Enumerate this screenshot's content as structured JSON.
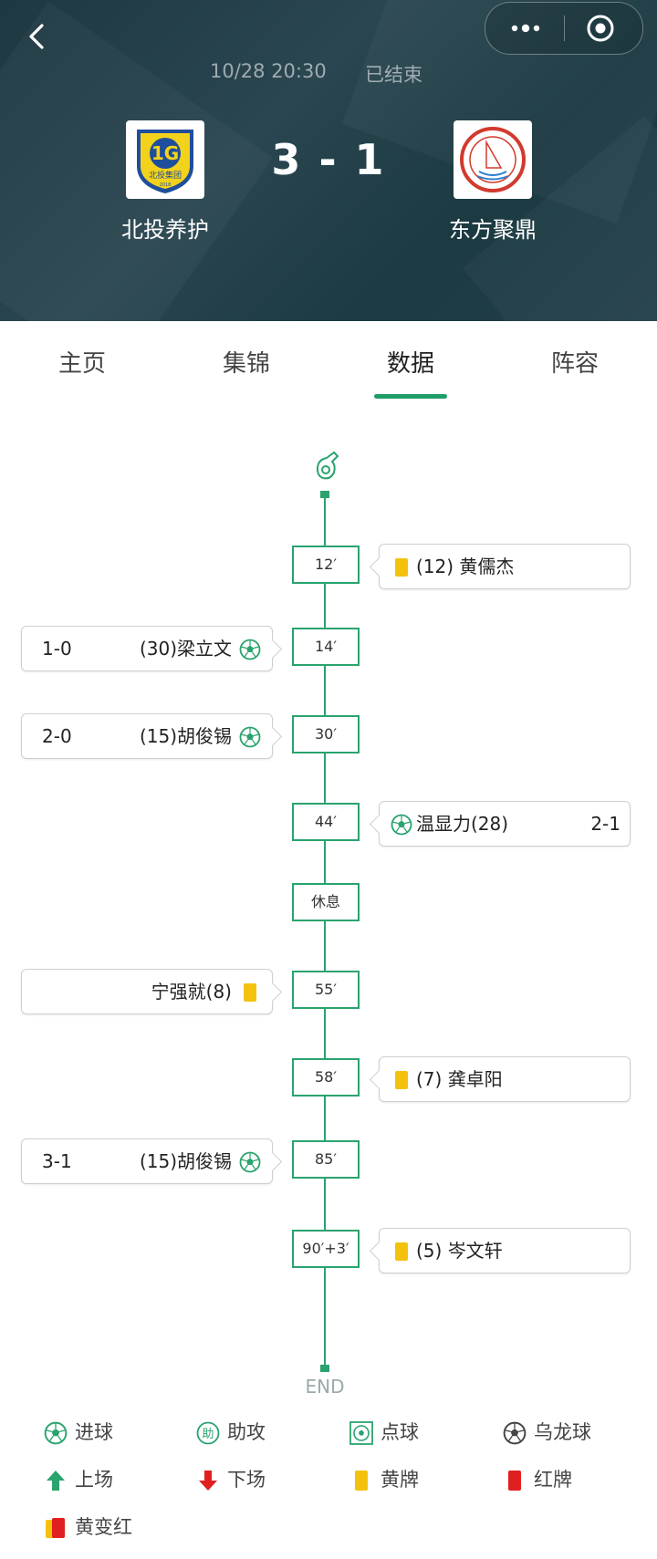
{
  "header": {
    "datetime": "10/28 20:30",
    "status": "已结束",
    "home_team": "北投养护",
    "away_team": "东方聚鼎",
    "score": "3 - 1",
    "home_logo_text": "北投集团",
    "home_logo_year": "2018"
  },
  "tabs": [
    {
      "label": "主页"
    },
    {
      "label": "集锦"
    },
    {
      "label": "数据"
    },
    {
      "label": "阵容"
    }
  ],
  "active_tab": "数据",
  "timeline": {
    "end_label": "END",
    "events": [
      {
        "minute": "12′",
        "side": "right",
        "type": "yellow-card",
        "player": "(12) 黄儒杰",
        "score": ""
      },
      {
        "minute": "14′",
        "side": "left",
        "type": "goal",
        "player": "(30)梁立文",
        "score": "1-0"
      },
      {
        "minute": "30′",
        "side": "left",
        "type": "goal",
        "player": "(15)胡俊锡",
        "score": "2-0"
      },
      {
        "minute": "44′",
        "side": "right",
        "type": "goal",
        "player": "温显力(28)",
        "score": "2-1"
      },
      {
        "minute": "休息",
        "side": "none",
        "type": "halftime",
        "player": "",
        "score": ""
      },
      {
        "minute": "55′",
        "side": "left",
        "type": "yellow-card",
        "player": "宁强就(8)",
        "score": ""
      },
      {
        "minute": "58′",
        "side": "right",
        "type": "yellow-card",
        "player": "(7) 龚卓阳",
        "score": ""
      },
      {
        "minute": "85′",
        "side": "left",
        "type": "goal",
        "player": "(15)胡俊锡",
        "score": "3-1"
      },
      {
        "minute": "90′+3′",
        "side": "right",
        "type": "yellow-card",
        "player": "(5) 岑文轩",
        "score": ""
      }
    ]
  },
  "legend": [
    {
      "label": "进球",
      "icon": "goal-icon"
    },
    {
      "label": "助攻",
      "icon": "assist-icon",
      "glyph": "助"
    },
    {
      "label": "点球",
      "icon": "penalty-icon"
    },
    {
      "label": "乌龙球",
      "icon": "own-goal-icon"
    },
    {
      "label": "上场",
      "icon": "sub-in-icon"
    },
    {
      "label": "下场",
      "icon": "sub-out-icon"
    },
    {
      "label": "黄牌",
      "icon": "yellow-card-icon"
    },
    {
      "label": "红牌",
      "icon": "red-card-icon"
    },
    {
      "label": "黄变红",
      "icon": "second-yellow-icon"
    }
  ],
  "colors": {
    "accent": "#2aa36e",
    "yellow_card": "#f4c20d",
    "red_card": "#e02020",
    "header_bg": "#243f48"
  }
}
